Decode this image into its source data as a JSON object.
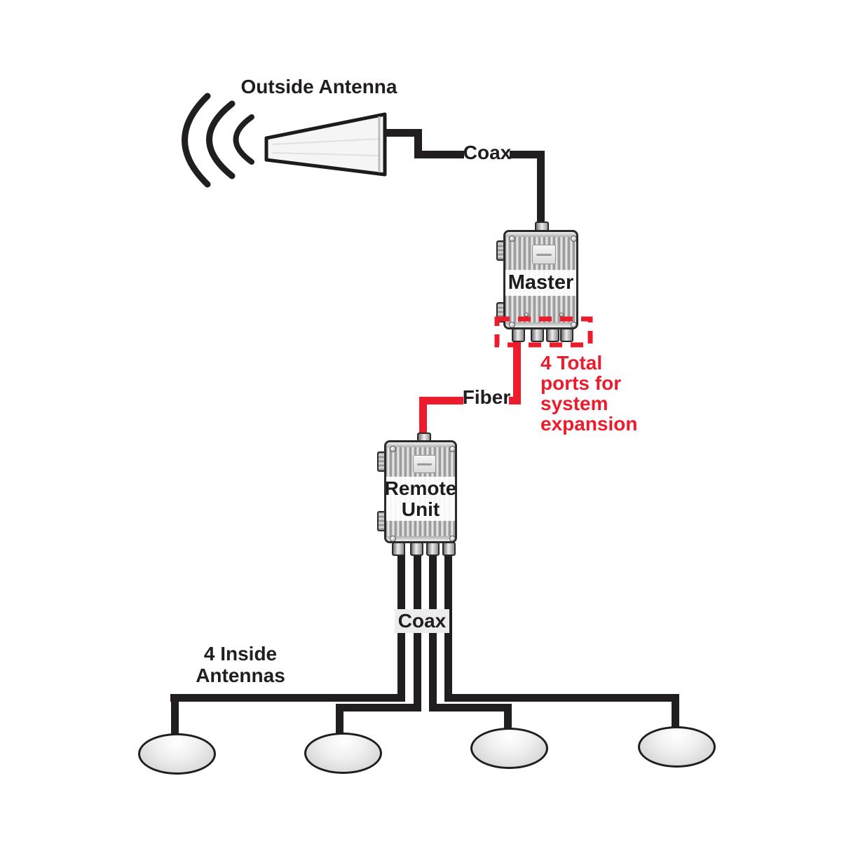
{
  "labels": {
    "outside_antenna": "Outside Antenna",
    "coax_top": "Coax",
    "master": "Master",
    "fiber": "Fiber",
    "remote_unit": "Remote\nUnit",
    "coax_bottom": "Coax",
    "inside_antennas": "4 Inside\nAntennas",
    "expansion_note": "4 Total\nports for\nsystem\nexpansion"
  },
  "colors": {
    "line_black": "#221e1f",
    "fiber_red": "#ec1c2c",
    "device_outline": "#2b2b2b",
    "label_band": "#ffffff",
    "coax_band_bg": "#ececec"
  },
  "diagram": {
    "type": "signal-distribution-system",
    "nodes": [
      {
        "id": "outside-antenna",
        "label": "Outside Antenna",
        "kind": "directional outdoor antenna with signal waves"
      },
      {
        "id": "master-unit",
        "label": "Master",
        "kind": "master amplifier unit",
        "bottom_ports": 4
      },
      {
        "id": "remote-unit",
        "label": "Remote Unit",
        "kind": "remote amplifier unit",
        "bottom_ports": 4
      },
      {
        "id": "inside-antennas",
        "label": "4 Inside Antennas",
        "kind": "ceiling dome antennas",
        "count": 4
      }
    ],
    "connections": [
      {
        "from": "outside-antenna",
        "to": "master-unit",
        "label": "Coax",
        "style": "black"
      },
      {
        "from": "master-unit",
        "to": "remote-unit",
        "label": "Fiber",
        "style": "red"
      },
      {
        "from": "remote-unit",
        "to": "inside-antennas",
        "label": "Coax",
        "style": "black",
        "cables": 4
      }
    ],
    "callout": {
      "text": "4 Total ports for system expansion",
      "target": "master-unit bottom ports",
      "style": "red dashed rectangle"
    }
  }
}
